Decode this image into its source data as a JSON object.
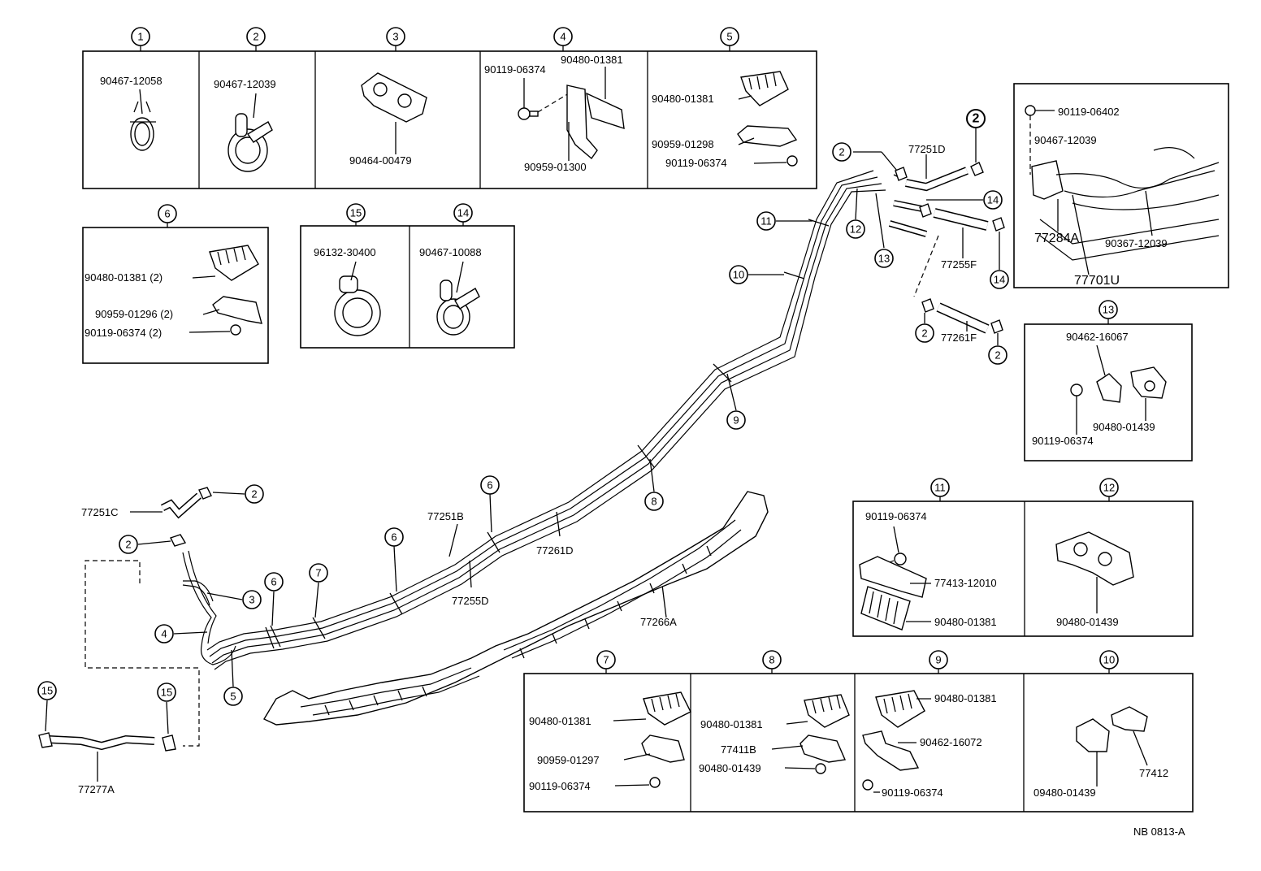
{
  "callout_groups": [
    {
      "num": "1",
      "parts": [
        "90467-12058"
      ]
    },
    {
      "num": "2",
      "parts": [
        "90467-12039"
      ]
    },
    {
      "num": "3",
      "parts": [
        "90464-00479"
      ]
    },
    {
      "num": "4",
      "parts": [
        "90119-06374",
        "90480-01381",
        "90959-01300"
      ]
    },
    {
      "num": "5",
      "parts": [
        "90480-01381",
        "90959-01298",
        "90119-06374"
      ]
    },
    {
      "num": "6",
      "parts": [
        "90480-01381 (2)",
        "90959-01296 (2)",
        "90119-06374 (2)"
      ]
    },
    {
      "num": "15",
      "parts": [
        "96132-30400"
      ]
    },
    {
      "num": "14",
      "parts": [
        "90467-10088"
      ]
    },
    {
      "num": "13",
      "parts": [
        "90462-16067",
        "90480-01439",
        "90119-06374"
      ]
    },
    {
      "num": "11",
      "parts": [
        "90119-06374",
        "77413-12010",
        "90480-01381"
      ]
    },
    {
      "num": "12",
      "parts": [
        "90480-01439"
      ]
    },
    {
      "num": "7",
      "parts": [
        "90480-01381",
        "90959-01297",
        "90119-06374"
      ]
    },
    {
      "num": "8",
      "parts": [
        "90480-01381",
        "77411B",
        "90480-01439"
      ]
    },
    {
      "num": "9",
      "parts": [
        "90480-01381",
        "90462-16072",
        "90119-06374"
      ]
    },
    {
      "num": "10",
      "parts": [
        "77412",
        "09480-01439"
      ]
    }
  ],
  "tank_inset": {
    "parts": [
      "90119-06402",
      "90467-12039",
      "77284A",
      "90367-12039",
      "77701U"
    ]
  },
  "main_parts": [
    "77251D",
    "77255F",
    "77261F",
    "77251C",
    "77251B",
    "77255D",
    "77261D",
    "77266A",
    "77277A"
  ],
  "callouts_main": [
    "2",
    "2",
    "14",
    "14",
    "2",
    "2",
    "11",
    "10",
    "12",
    "13",
    "9",
    "8",
    "6",
    "6",
    "7",
    "6",
    "3",
    "4",
    "5",
    "2",
    "2",
    "15",
    "15"
  ],
  "footer": {
    "code": "NB 0813-A"
  }
}
